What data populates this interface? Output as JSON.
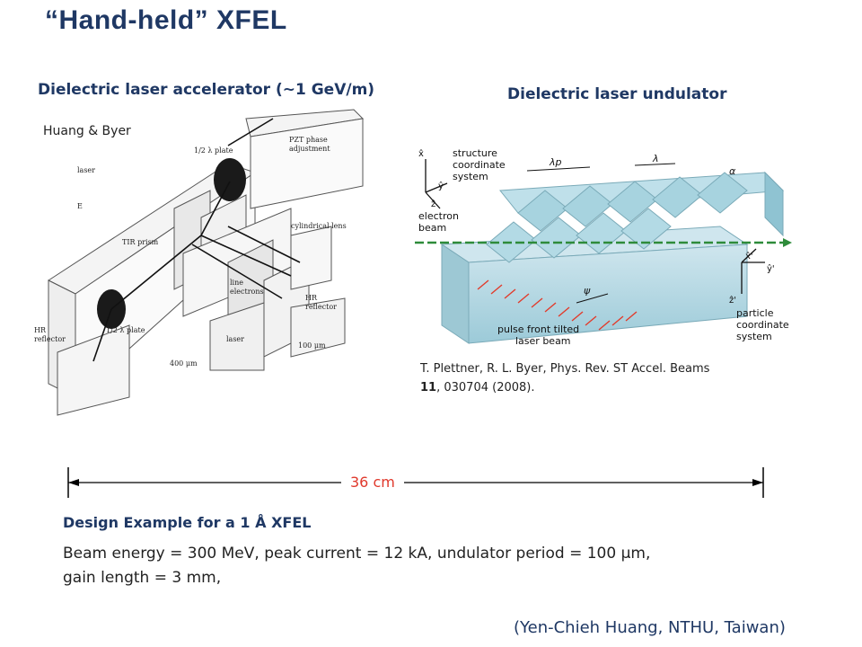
{
  "title": "“Hand-held” XFEL",
  "left_figure": {
    "heading": "Dielectric laser accelerator (~1 GeV/m)",
    "authors": "Huang  & Byer",
    "labels": {
      "half_plate_top": "1/2 λ plate",
      "pzt": "PZT phase",
      "pzt2": "adjustment",
      "laser_top": "laser",
      "e_field": "E",
      "cyl_lens": "cylindrical lens",
      "tir": "TIR prism",
      "line_electrons": "line",
      "line_electrons2": "electrons",
      "hr_right": "HR",
      "hr_right2": "reflector",
      "hr_left": "HR",
      "hr_left2": "reflector",
      "half_plate_bottom": "1/2 λ plate",
      "laser_bottom": "laser",
      "dim_100": "100 μm",
      "dim_400": "400 μm"
    }
  },
  "right_figure": {
    "heading": "Dielectric laser undulator",
    "labels": {
      "structure": "structure",
      "coordinate": "coordinate",
      "system": "system",
      "electron": "electron",
      "beam": "beam",
      "lambda_p": "λp",
      "lambda": "λ",
      "alpha": "α",
      "psi": "ψ",
      "pulse1": "pulse front tilted",
      "pulse2": "laser beam",
      "particle": "particle",
      "coordinate2": "coordinate",
      "system2": "system",
      "x_hat": "x̂",
      "y_hat": "ŷ",
      "z_hat": "ẑ",
      "x_prime": "x̂'",
      "y_prime": "ŷ'",
      "z_prime": "ẑ'"
    },
    "citation_line1": "T. Plettner, R. L. Byer, Phys. Rev. ST Accel. Beams",
    "citation_vol": "11",
    "citation_rest": ", 030704 (2008)."
  },
  "dimension_label": "36 cm",
  "design": {
    "title": "Design Example for a 1 Å XFEL",
    "line1": "Beam energy = 300 MeV, peak current = 12 kA, undulator period = 100 μm,",
    "line2": "gain length = 3 mm,"
  },
  "credit": "(Yen-Chieh Huang, NTHU, Taiwan)",
  "colors": {
    "heading": "#1f3864",
    "dimension_label": "#e0382b",
    "beam": "#2e8b3a",
    "laser_arrows": "#e23a2a",
    "crystal": "#a9d3e0"
  }
}
